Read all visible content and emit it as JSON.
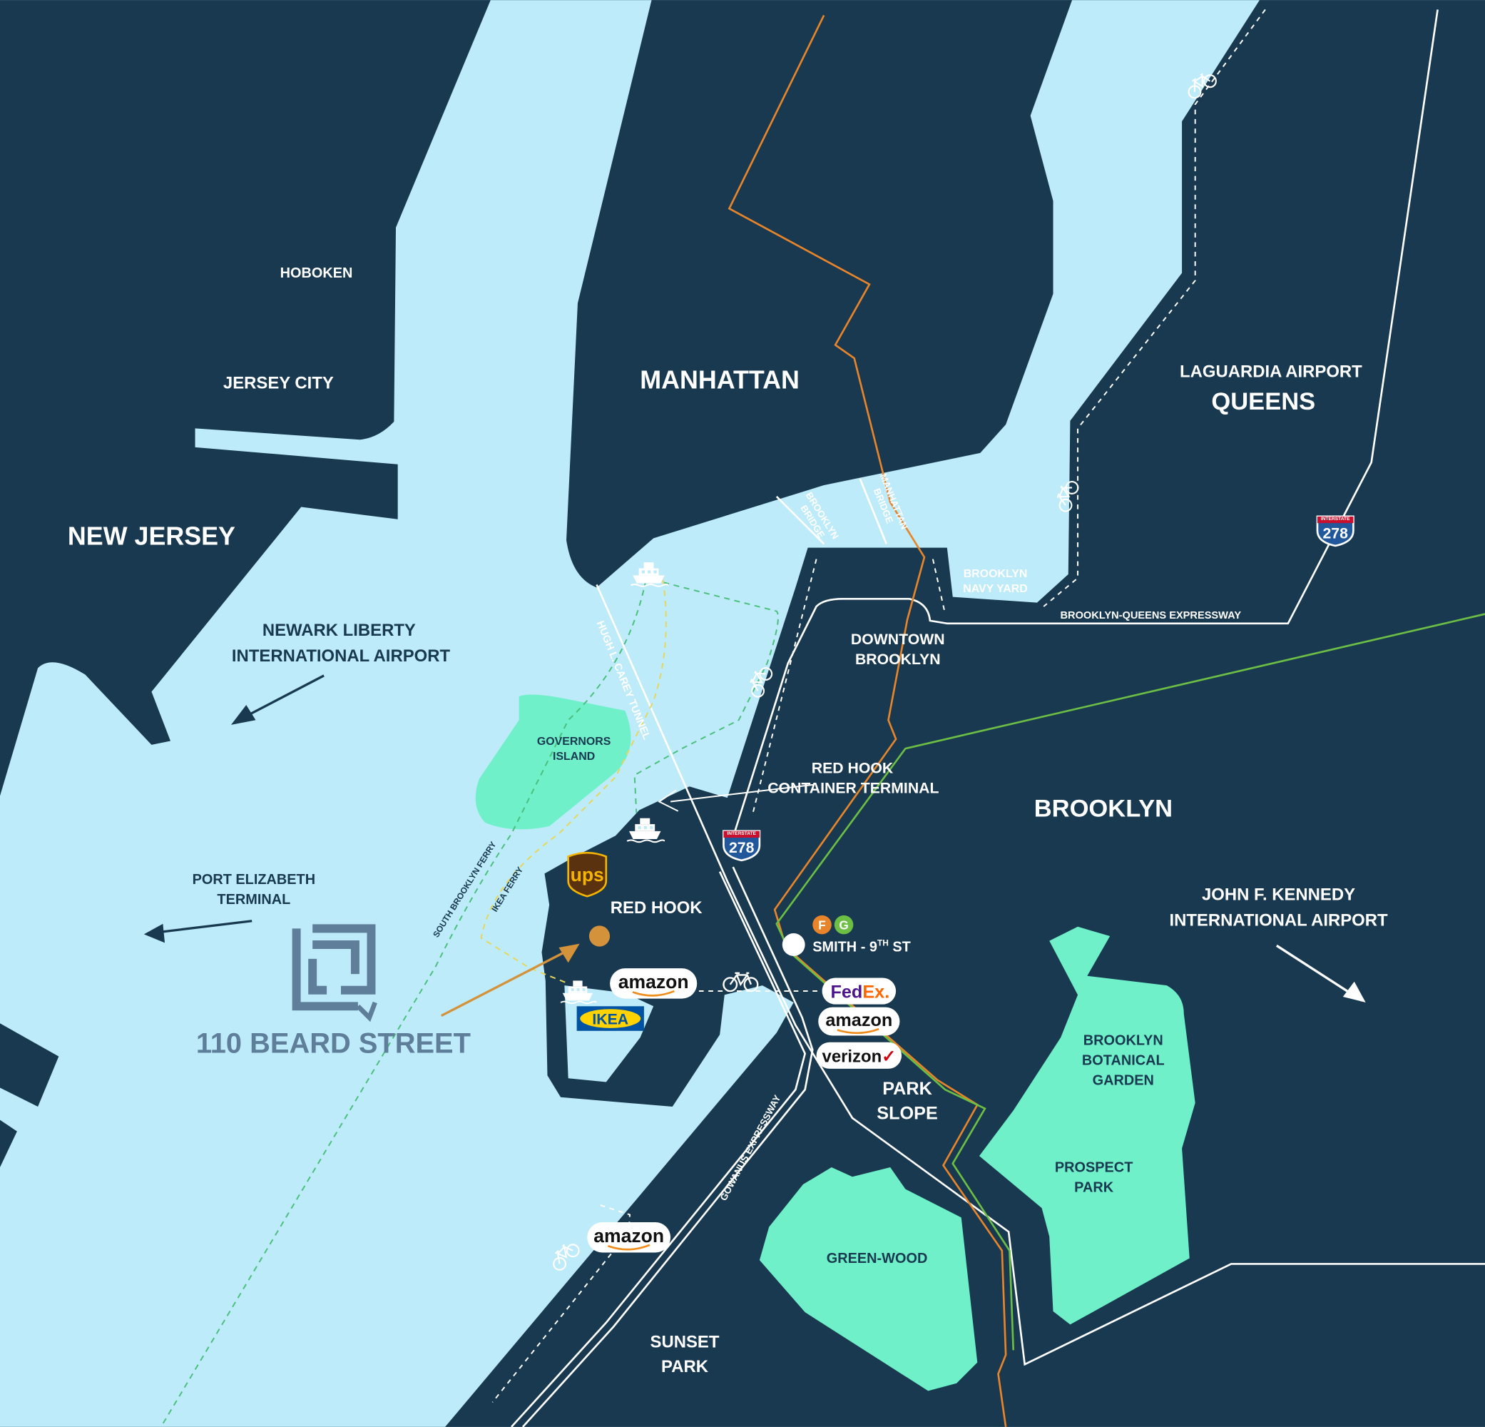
{
  "colors": {
    "land": "#18394f",
    "water": "#bdebfa",
    "park": "#6ff0c8",
    "subway_f": "#e8852b",
    "subway_g": "#6cbe45",
    "site_marker": "#d4923a",
    "site_logo": "#5e7e9a",
    "highway_shield": "#21579b"
  },
  "labels": {
    "hoboken": "HOBOKEN",
    "jersey_city": "JERSEY CITY",
    "new_jersey": "NEW JERSEY",
    "manhattan": "MANHATTAN",
    "queens": "QUEENS",
    "laguardia": "LAGUARDIA AIRPORT",
    "newark_line1": "NEWARK LIBERTY",
    "newark_line2": "INTERNATIONAL AIRPORT",
    "brooklyn_bridge_line1": "BROOKLYN",
    "brooklyn_bridge_line2": "BRIDGE",
    "manhattan_bridge_line1": "MANHATTAN",
    "manhattan_bridge_line2": "BRIDGE",
    "navy_yard_line1": "BROOKLYN",
    "navy_yard_line2": "NAVY YARD",
    "bqe": "BROOKLYN-QUEENS EXPRESSWAY",
    "downtown_line1": "DOWNTOWN",
    "downtown_line2": "BROOKLYN",
    "governors_line1": "GOVERNORS",
    "governors_line2": "ISLAND",
    "hugh_carey": "HUGH L. CAREY TUNNEL",
    "container_line1": "RED HOOK",
    "container_line2": "CONTAINER TERMINAL",
    "brooklyn": "BROOKLYN",
    "jfk_line1": "JOHN F. KENNEDY",
    "jfk_line2": "INTERNATIONAL AIRPORT",
    "port_line1": "PORT ELIZABETH",
    "port_line2": "TERMINAL",
    "south_brooklyn_ferry": "SOUTH BROOKLYN FERRY",
    "ikea_ferry": "IKEA FERRY",
    "red_hook": "RED HOOK",
    "smith_9th_prefix": "SMITH - 9",
    "smith_9th_sup": "TH",
    "smith_9th_suffix": " ST",
    "park_slope_line1": "PARK",
    "park_slope_line2": "SLOPE",
    "botanical_line1": "BROOKLYN",
    "botanical_line2": "BOTANICAL",
    "botanical_line3": "GARDEN",
    "prospect_line1": "PROSPECT",
    "prospect_line2": "PARK",
    "green_wood": "GREEN-WOOD",
    "sunset_line1": "SUNSET",
    "sunset_line2": "PARK",
    "gowanus": "GOWANUS EXPRESSWAY",
    "site_name": "110 BEARD STREET"
  },
  "badges": {
    "shield_top": "INTERSTATE",
    "i278": "278",
    "subway_f": "F",
    "subway_g": "G"
  },
  "logos": {
    "ups": "ups",
    "amazon": "amazon",
    "ikea": "IKEA",
    "fedex_fed": "Fed",
    "fedex_ex": "Ex",
    "fedex_dot": ".",
    "verizon": "verizon",
    "verizon_check": "✓"
  },
  "icons": [
    "ferry-icon",
    "bike-icon",
    "arrow-icon",
    "interstate-shield-icon",
    "subway-station-icon",
    "site-marker-icon",
    "site-logo-icon"
  ]
}
